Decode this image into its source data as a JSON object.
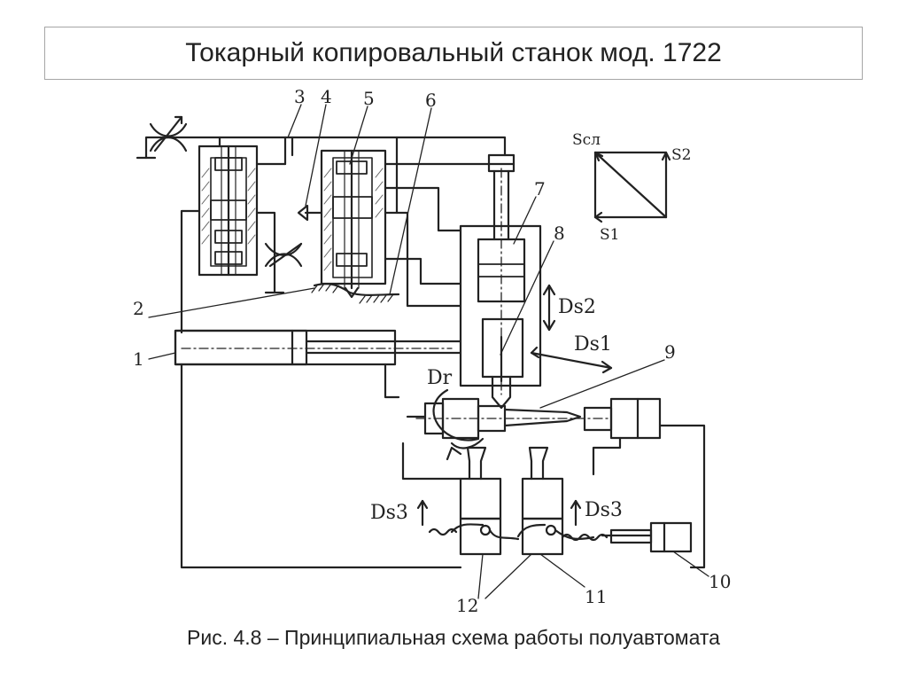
{
  "title": "Токарный копировальный станок мод. 1722",
  "caption": "Рис. 4.8 – Принципиальная схема работы полуавтомата",
  "diagram": {
    "part_numbers": [
      "1",
      "2",
      "3",
      "4",
      "5",
      "6",
      "7",
      "8",
      "9",
      "10",
      "11",
      "12"
    ],
    "motion_labels": {
      "ds2": "Ds2",
      "ds1": "Ds1",
      "dr": "Dr",
      "ds3_left": "Ds3",
      "ds3_right": "Ds3"
    },
    "vector_labels": {
      "s_sl": "Sсл",
      "s2": "S2",
      "s1": "S1"
    }
  }
}
